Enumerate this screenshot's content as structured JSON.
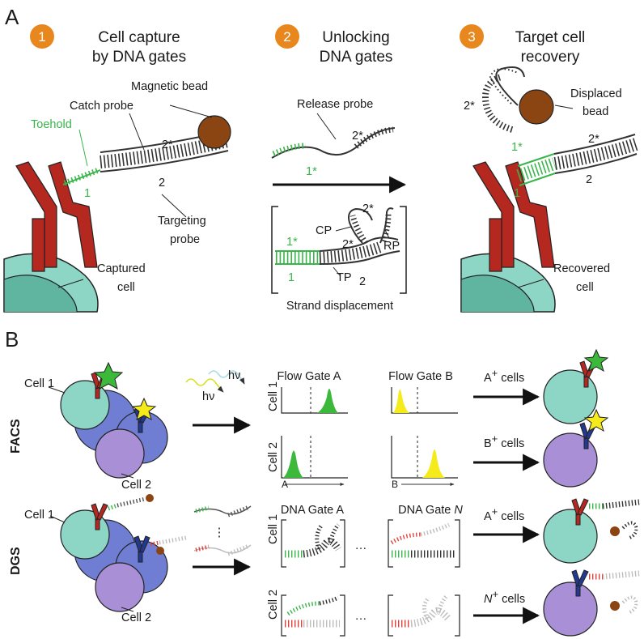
{
  "panel_a": {
    "label": "A",
    "steps": [
      {
        "num": "1",
        "line1": "Cell capture",
        "line2": "by DNA gates"
      },
      {
        "num": "2",
        "line1": "Unlocking",
        "line2": "DNA gates"
      },
      {
        "num": "3",
        "line1": "Target cell",
        "line2": "recovery"
      }
    ],
    "s1": {
      "magnetic_bead": "Magnetic bead",
      "catch_probe": "Catch probe",
      "toehold": "Toehold",
      "seg_2star": "2*",
      "seg_2": "2",
      "seg_1": "1",
      "targeting_probe_1": "Targeting",
      "targeting_probe_2": "probe",
      "captured_1": "Captured",
      "captured_2": "cell"
    },
    "s2": {
      "release_probe": "Release probe",
      "rp_2star": "2*",
      "rp_1star": "1*",
      "cp": "CP",
      "rp": "RP",
      "tp": "TP",
      "top_2star": "2*",
      "mid_2star": "2*",
      "seg_1star": "1*",
      "seg_1": "1",
      "seg_2": "2",
      "strand_displacement": "Strand displacement"
    },
    "s3": {
      "bead_2star": "2*",
      "displaced_1": "Displaced",
      "displaced_2": "bead",
      "seg_1star": "1*",
      "seg_2star": "2*",
      "seg_1": "1",
      "seg_2": "2",
      "recovered_1": "Recovered",
      "recovered_2": "cell"
    }
  },
  "panel_b": {
    "label": "B",
    "facs": {
      "row_label": "FACS",
      "cell1": "Cell 1",
      "cell2": "Cell 2",
      "hv1": "hν",
      "hv2": "hν",
      "gate_a": "Flow Gate A",
      "gate_b": "Flow Gate B",
      "plot_row1": "Cell 1",
      "plot_row2": "Cell 2",
      "axis_a": "A",
      "axis_b": "B",
      "out_a_main": "A",
      "out_a_sup": "+",
      "out_a_rest": " cells",
      "out_b_main": "B",
      "out_b_sup": "+",
      "out_b_rest": " cells"
    },
    "dgs": {
      "row_label": "DGS",
      "cell1": "Cell 1",
      "cell2": "Cell 2",
      "gate_a": "DNA Gate A",
      "gate_n_prefix": "DNA Gate ",
      "gate_n_italic": "N",
      "plot_row1": "Cell 1",
      "plot_row2": "Cell 2",
      "vdots": "⋮",
      "hdots": "···",
      "out_a_main": "A",
      "out_a_sup": "+",
      "out_a_rest": " cells",
      "out_n_main": "N",
      "out_n_sup": "+",
      "out_n_rest": " cells"
    }
  },
  "colors": {
    "step_circle": "#e8871e",
    "antibody_red": "#b5281f",
    "antibody_blue": "#23398f",
    "toehold_green": "#39b54a",
    "bead_brown": "#8b4513",
    "cell_teal": "#8dd6c6",
    "cell_purple": "#a98fd6",
    "cell_blue": "#6f7ed3",
    "facs_green": "#3cb83a",
    "facs_yellow": "#f5ea1a",
    "dna_grey": "#bdbdbd"
  }
}
